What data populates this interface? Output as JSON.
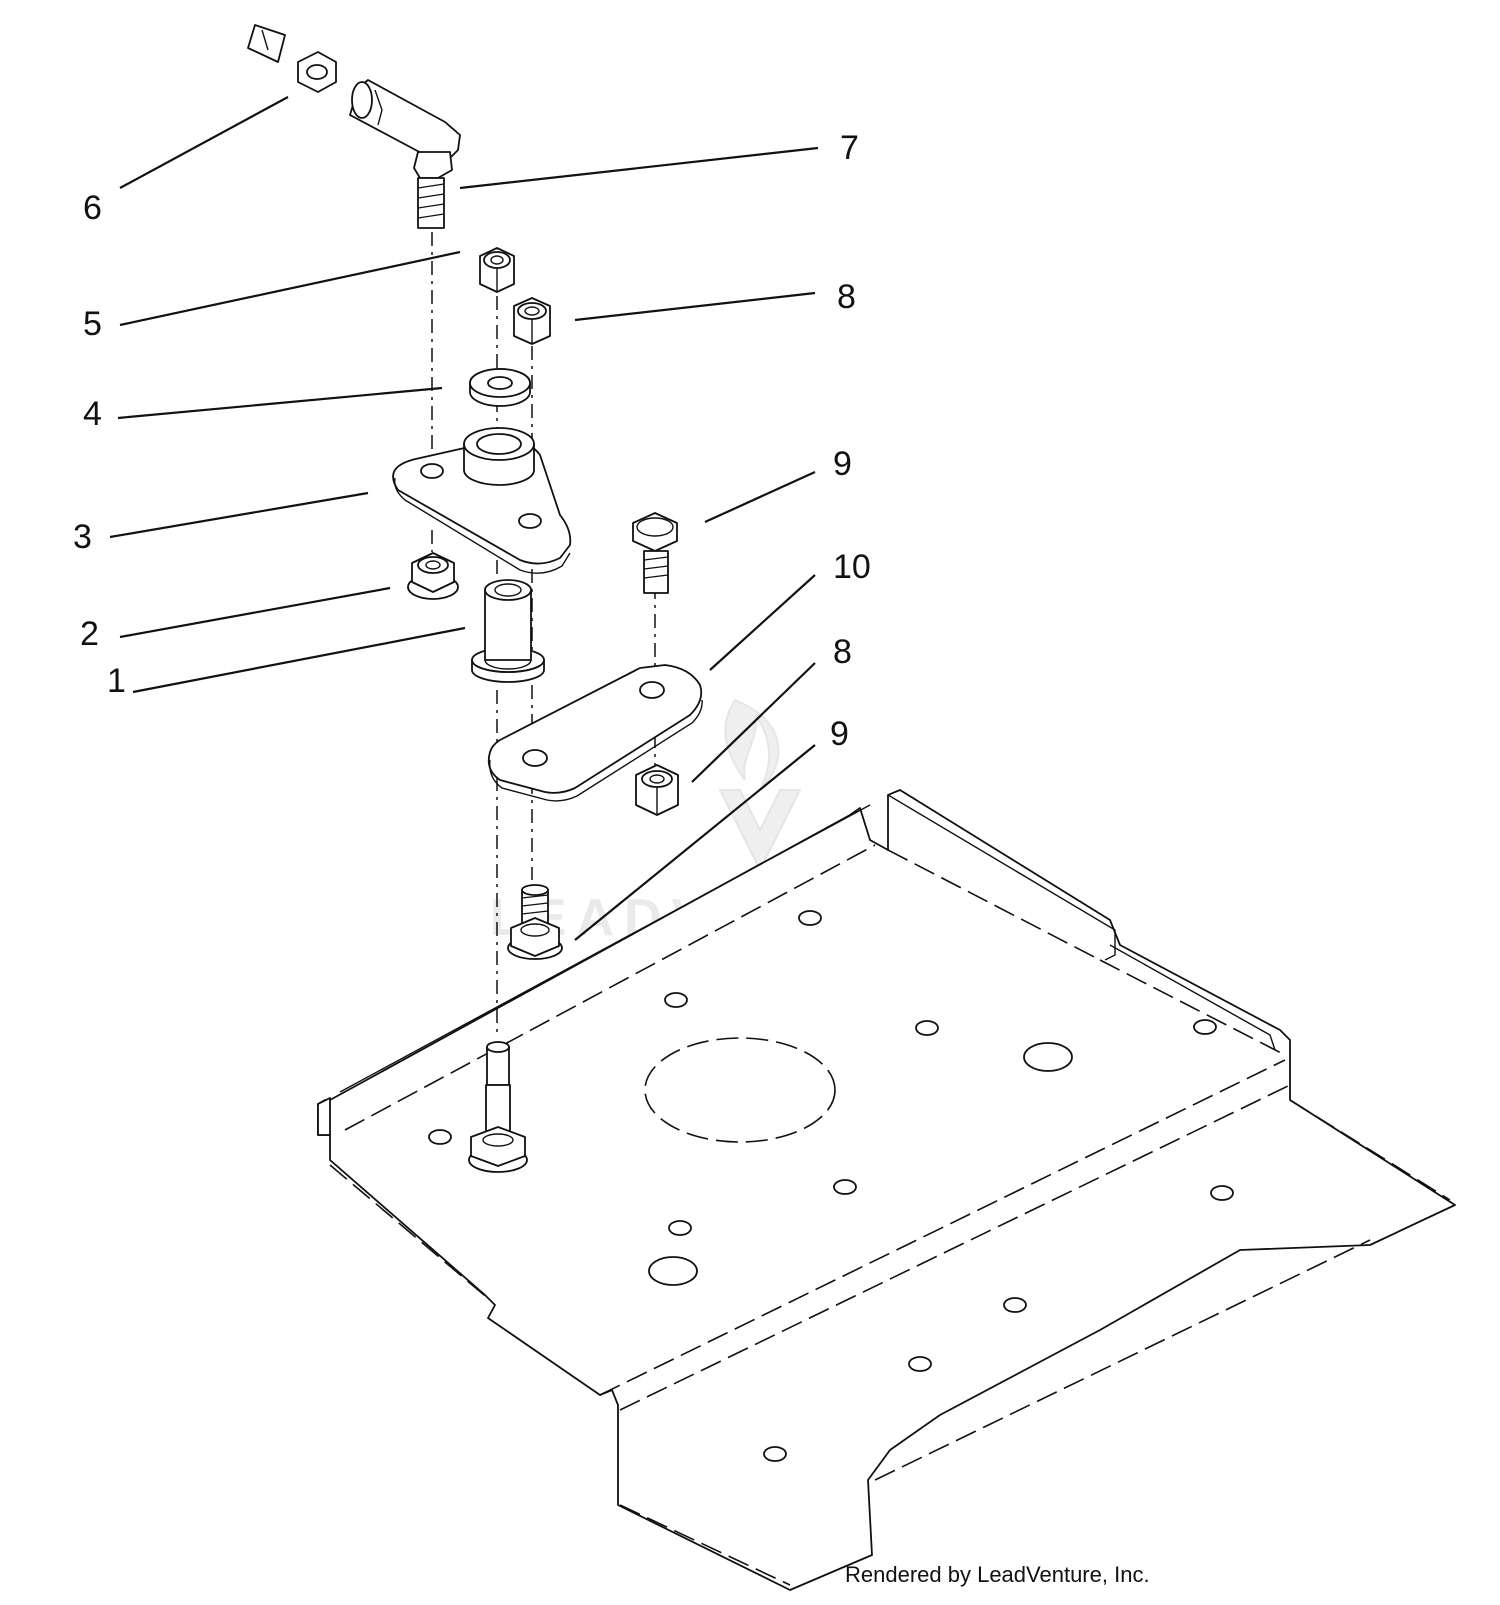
{
  "callouts": {
    "c1": "1",
    "c2": "2",
    "c3": "3",
    "c4": "4",
    "c5": "5",
    "c6": "6",
    "c7": "7",
    "c8a": "8",
    "c8b": "8",
    "c9a": "9",
    "c9b": "9",
    "c10": "10"
  },
  "watermark": "LEADVENTURE",
  "credit": "Rendered by LeadVenture, Inc."
}
